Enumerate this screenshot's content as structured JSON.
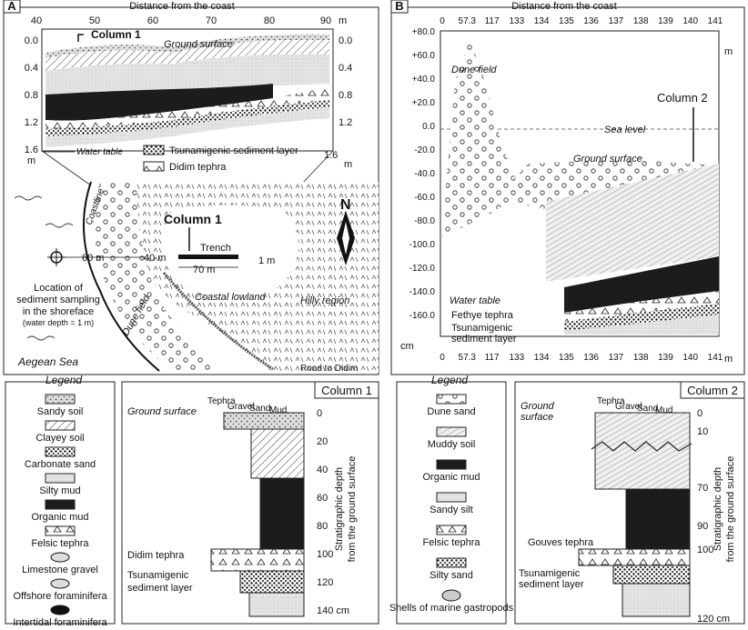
{
  "panelA": {
    "label": "A",
    "x_axis_title": "Distance from the coast",
    "x_ticks": [
      "40",
      "50",
      "60",
      "70",
      "80",
      "90"
    ],
    "x_unit": "m",
    "y_ticks": [
      "0.0",
      "0.4",
      "0.8",
      "1.2",
      "1.6"
    ],
    "y_unit": "m",
    "column_callout": "Column 1",
    "ground_surface": "Ground surface",
    "water_table": "Water table",
    "legend_tsunami": "Tsunamigenic sediment layer",
    "legend_didim": "Didim tephra",
    "map": {
      "coastline": "Coastline",
      "dune_field": "Dune field",
      "column": "Column 1",
      "trench": "Trench",
      "dist_60": "60 m",
      "dist_40": "40 m",
      "dist_70": "70 m",
      "dist_1": "1 m",
      "sampling_1": "Location of",
      "sampling_2": "sediment sampling",
      "sampling_3": "in the shoreface",
      "sampling_4": "(water depth = 1 m)",
      "sea": "Aegean Sea",
      "lowland": "Coastal lowland",
      "hilly": "Hilly region",
      "road": "Road to Didim",
      "north": "N"
    }
  },
  "panelB": {
    "label": "B",
    "x_axis_title": "Distance from the coast",
    "x_ticks": [
      "0",
      "57.3",
      "117",
      "133",
      "134",
      "135",
      "136",
      "137",
      "138",
      "139",
      "140",
      "141"
    ],
    "x_unit": "m",
    "y_ticks": [
      "+80.0",
      "+60.0",
      "+40.0",
      "+20.0",
      "0.0",
      "-20.0",
      "-40.0",
      "-60.0",
      "-80.0",
      "-100.0",
      "-120.0",
      "-140.0",
      "-160.0"
    ],
    "y_unit": "cm",
    "dune_field": "Dune field",
    "sea_level": "Sea level",
    "column_callout": "Column 2",
    "ground_surface": "Ground surface",
    "water_table": "Water table",
    "fethye": "Fethye tephra",
    "tsunami_1": "Tsunamigenic",
    "tsunami_2": "sediment layer"
  },
  "legend1": {
    "title": "Legend",
    "items": [
      "Sandy soil",
      "Clayey soil",
      "Carbonate sand",
      "Silty mud",
      "Organic mud",
      "Felsic tephra",
      "Limestone gravel",
      "Offshore foraminifera",
      "Intertidal foraminifera"
    ]
  },
  "legend2": {
    "title": "Legend",
    "items": [
      "Dune sand",
      "Muddy soil",
      "Organic mud",
      "Sandy silt",
      "Felsic tephra",
      "Silty sand",
      "Shells of marine gastropods"
    ]
  },
  "column1": {
    "title": "Column 1",
    "headers": [
      "Tephra",
      "Gravel",
      "Sand",
      "Mud"
    ],
    "ground_surface": "Ground surface",
    "didim": "Didim tephra",
    "tsunami_1": "Tsunamigenic",
    "tsunami_2": "sediment layer",
    "depth_ticks": [
      "0",
      "20",
      "40",
      "60",
      "80",
      "100",
      "120",
      "140 cm"
    ],
    "axis_label_1": "Stratigraphic depth",
    "axis_label_2": "from the ground surface"
  },
  "column2": {
    "title": "Column 2",
    "headers": [
      "Tephra",
      "Gravel",
      "Sand",
      "Mud"
    ],
    "ground_1": "Ground",
    "ground_2": "surface",
    "gouves": "Gouves tephra",
    "tsunami_1": "Tsunamigenic",
    "tsunami_2": "sediment layer",
    "depth_ticks": [
      "0",
      "10",
      "70",
      "90",
      "100",
      "120 cm"
    ],
    "axis_label_1": "Stratigraphic depth",
    "axis_label_2": "from the ground surface"
  }
}
